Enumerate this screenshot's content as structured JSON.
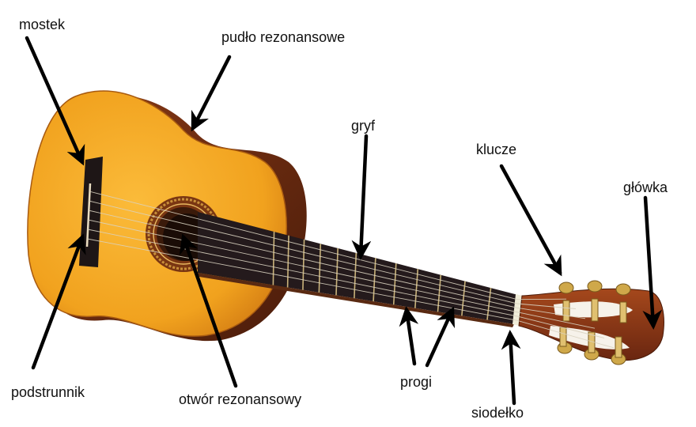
{
  "labels": {
    "bridge": "mostek",
    "body": "pudło rezonansowe",
    "neck": "gryf",
    "tuners": "klucze",
    "headstock": "główka",
    "saddle": "podstrunnik",
    "soundhole": "otwór rezonansowy",
    "frets": "progi",
    "nut": "siodełko"
  },
  "colors": {
    "body_top": "#f1a21e",
    "body_edge": "#c86f10",
    "sides": "#6b2a10",
    "fretboard": "#241a1c",
    "headstock": "#8a3416",
    "tuner_metal": "#cfa84a",
    "arrow": "#000000"
  }
}
